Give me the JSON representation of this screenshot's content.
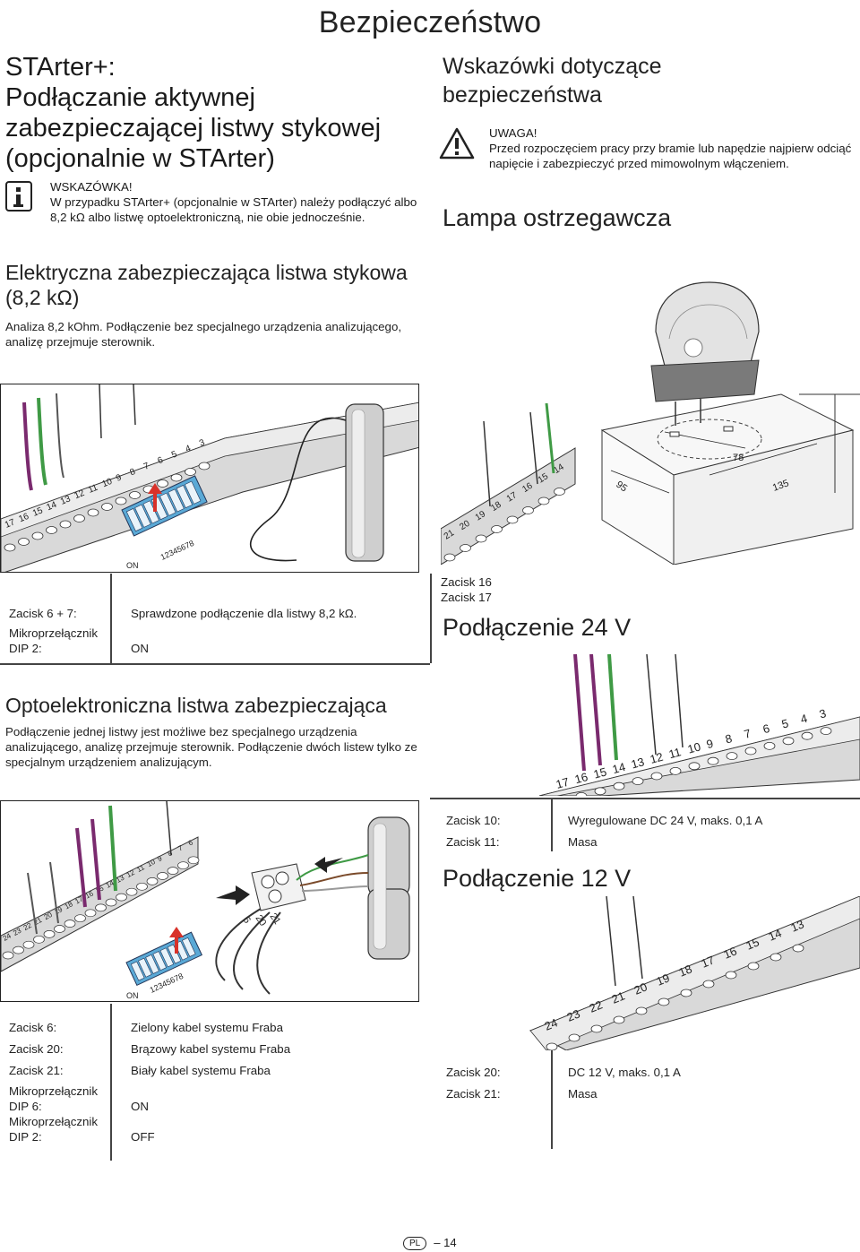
{
  "header": {
    "title": "Bezpieczeństwo"
  },
  "left": {
    "title_lines": [
      "STArter+:",
      "Podłączanie aktywnej",
      "zabezpieczającej listwy stykowej",
      "(opcjonalnie w STArter)"
    ],
    "note": {
      "icon": "info-icon",
      "label": "WSKAZÓWKA!",
      "text": "W przypadku STArter+ (opcjonalnie w STArter) należy podłączyć albo 8,2 kΩ albo listwę optoelektroniczną, nie obie jednocześnie."
    },
    "section1": {
      "title_l1": "Elektryczna zabezpieczająca listwa stykowa",
      "title_l2": "(8,2 kΩ)",
      "body": "Analiza 8,2 kOhm. Podłączenie bez specjalnego urządzenia analizującego, analizę przejmuje sterownik.",
      "rows": [
        {
          "k": "Zacisk 6 + 7:",
          "v": "Sprawdzone podłączenie dla listwy 8,2 kΩ."
        },
        {
          "k": "Mikroprzełącznik DIP 2:",
          "v": "ON"
        }
      ]
    },
    "section2": {
      "title": "Optoelektroniczna listwa zabezpieczająca",
      "body": "Podłączenie jednej listwy jest możliwe bez specjalnego urządzenia analizującego, analizę przejmuje sterownik. Podłączenie dwóch listew tylko ze specjalnym urządzeniem analizującym.",
      "rows": [
        {
          "k": "Zacisk 6:",
          "v": "Zielony kabel systemu Fraba"
        },
        {
          "k": "Zacisk 20:",
          "v": "Brązowy kabel systemu Fraba"
        },
        {
          "k": "Zacisk 21:",
          "v": "Biały kabel systemu Fraba"
        },
        {
          "k": "Mikroprzełącznik DIP 6:",
          "v": "ON"
        },
        {
          "k": "Mikroprzełącznik DIP 2:",
          "v": "OFF"
        }
      ]
    },
    "fig1_labels": {
      "terminals": [
        "17",
        "16",
        "15",
        "14",
        "13",
        "12",
        "11",
        "10",
        "9",
        "8",
        "7",
        "6",
        "5",
        "4",
        "3"
      ],
      "dip_on": "ON",
      "dip_numbers": "12345678"
    },
    "fig2_labels": {
      "terminals": [
        "24",
        "23",
        "22",
        "21",
        "20",
        "19",
        "18",
        "17",
        "16",
        "15",
        "14",
        "13",
        "12",
        "11",
        "10",
        "9",
        "8",
        "7",
        "6"
      ],
      "connector_numbers": [
        "6",
        "20",
        "21"
      ],
      "dip_on": "ON",
      "dip_numbers": "12345678"
    }
  },
  "right": {
    "safety_title_l1": "Wskazówki dotyczące",
    "safety_title_l2": "bezpieczeństwa",
    "warning": {
      "icon": "warning-triangle-icon",
      "label": "UWAGA!",
      "text": "Przed rozpoczęciem pracy przy bramie lub napędzie najpierw odciąć napięcie i zabezpieczyć przed mimowolnym włączeniem."
    },
    "lamp_title": "Lampa ostrzegawcza",
    "lamp_fig": {
      "dims": [
        "78",
        "95",
        "135"
      ],
      "terminals": [
        "21",
        "20",
        "19",
        "18",
        "17",
        "16",
        "15",
        "14"
      ]
    },
    "lamp_terminals": [
      "Zacisk 16",
      "Zacisk 17"
    ],
    "v24": {
      "title": "Podłączenie 24 V",
      "terminals": [
        "17",
        "16",
        "15",
        "14",
        "13",
        "12",
        "11",
        "10",
        "9",
        "8",
        "7",
        "6",
        "5",
        "4",
        "3"
      ],
      "rows": [
        {
          "k": "Zacisk 10:",
          "v": "Wyregulowane DC 24 V, maks. 0,1 A"
        },
        {
          "k": "Zacisk 11:",
          "v": "Masa"
        }
      ]
    },
    "v12": {
      "title": "Podłączenie 12 V",
      "terminals": [
        "24",
        "23",
        "22",
        "21",
        "20",
        "19",
        "18",
        "17",
        "16",
        "15",
        "14",
        "13"
      ],
      "rows": [
        {
          "k": "Zacisk 20:",
          "v": "DC 12 V, maks. 0,1 A"
        },
        {
          "k": "Zacisk 21:",
          "v": "Masa"
        }
      ]
    }
  },
  "footer": {
    "lang": "PL",
    "page": "14"
  },
  "colors": {
    "purple": "#7a2a6e",
    "green": "#3f9a45",
    "brown": "#7a4a2a",
    "blue_dip": "#5aa9d6",
    "red_arrow": "#d8322a",
    "grey": "#8c8c8c"
  }
}
